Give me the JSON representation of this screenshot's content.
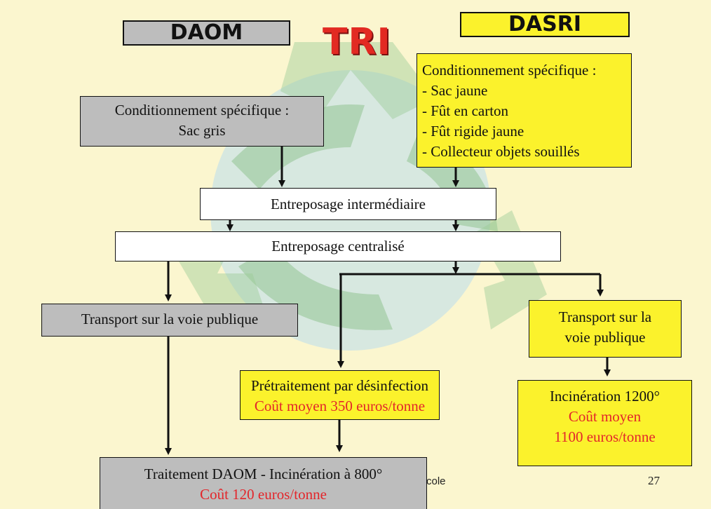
{
  "headers": {
    "daom": "DAOM",
    "tri": "TRI",
    "dasri": "DASRI"
  },
  "daom_packaging": {
    "title": "Conditionnement spécifique :",
    "item": "Sac gris"
  },
  "dasri_packaging": {
    "title": "Conditionnement spécifique :",
    "items": [
      "- Sac jaune",
      "- Fût en carton",
      "- Fût rigide jaune",
      "- Collecteur objets souillés"
    ]
  },
  "storage": {
    "intermediate": "Entreposage intermédiaire",
    "central": "Entreposage centralisé"
  },
  "transport_daom": "Transport sur la voie publique",
  "transport_dasri": [
    "Transport sur la",
    "voie publique"
  ],
  "pretreatment": {
    "label": "Prétraitement par désinfection",
    "cost": "Coût moyen 350 euros/tonne"
  },
  "incineration_dasri": {
    "label": "Incinération 1200°",
    "cost_lines": [
      "Coût moyen",
      "1100 euros/tonne"
    ]
  },
  "treatment_daom": {
    "label": "Traitement DAOM - Incinération à 800°",
    "cost": "Coût 120 euros/tonne"
  },
  "footer": {
    "text": "cole",
    "page": "27"
  },
  "colors": {
    "background": "#fbf6cf",
    "daom_gray": "#bdbdbd",
    "dasri_yellow": "#fbf22c",
    "cost_red": "#e3262b",
    "tri_red": "#e22a22"
  }
}
